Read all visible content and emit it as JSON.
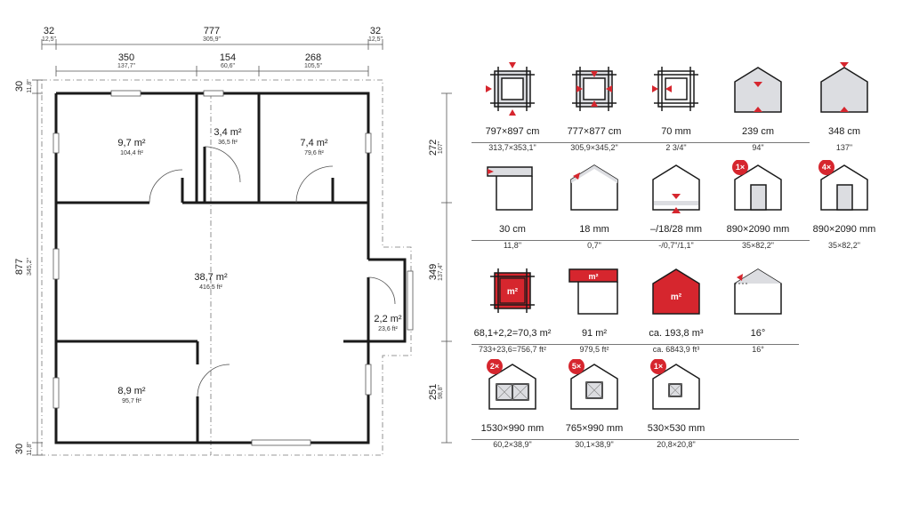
{
  "plan": {
    "top_dims": {
      "overall": {
        "main": "777",
        "sub": "305,9\""
      },
      "left_margin": {
        "main": "32",
        "sub": "12,5\""
      },
      "right_margin": {
        "main": "32",
        "sub": "12,5\""
      },
      "seg1": {
        "main": "350",
        "sub": "137,7\""
      },
      "seg2": {
        "main": "154",
        "sub": "60,6\""
      },
      "seg3": {
        "main": "268",
        "sub": "105,5\""
      }
    },
    "left_dims": {
      "overall": {
        "main": "877",
        "sub": "345,2\""
      },
      "top_margin": {
        "main": "30",
        "sub": "11,8\""
      },
      "bottom_margin": {
        "main": "30",
        "sub": "11,8\""
      }
    },
    "right_dims": {
      "seg1": {
        "main": "272",
        "sub": "107\""
      },
      "seg2": {
        "main": "349",
        "sub": "137,4\""
      },
      "seg3": {
        "main": "251",
        "sub": "98,8\""
      }
    },
    "rooms": [
      {
        "area": "9,7 m²",
        "sub": "104,4 ft²"
      },
      {
        "area": "3,4 m²",
        "sub": "36,5 ft²"
      },
      {
        "area": "7,4 m²",
        "sub": "79,6 ft²"
      },
      {
        "area": "38,7 m²",
        "sub": "416,5 ft²"
      },
      {
        "area": "2,2 m²",
        "sub": "23,6 ft²"
      },
      {
        "area": "8,9 m²",
        "sub": "95,7 ft²"
      }
    ]
  },
  "colors": {
    "accent": "#d6262e",
    "line": "#1a1a1a",
    "fill": "#dcdde1"
  },
  "specs": {
    "row1": [
      {
        "icon": "outer-dimensions-icon",
        "main": "797×897 cm",
        "sec": "313,7×353,1\""
      },
      {
        "icon": "wall-dimensions-icon",
        "main": "777×877 cm",
        "sec": "305,9×345,2\""
      },
      {
        "icon": "wall-thickness-icon",
        "main": "70 mm",
        "sec": "2  3/4\""
      },
      {
        "icon": "wall-height-icon",
        "main": "239 cm",
        "sec": "94\""
      },
      {
        "icon": "ridge-height-icon",
        "main": "348 cm",
        "sec": "137\""
      }
    ],
    "row2": [
      {
        "icon": "roof-overhang-icon",
        "main": "30 cm",
        "sec": "11,8\""
      },
      {
        "icon": "roof-board-icon",
        "main": "18 mm",
        "sec": "0,7\""
      },
      {
        "icon": "floor-board-icon",
        "main": "–/18/28 mm",
        "sec": "-/0,7\"/1,1\""
      },
      {
        "icon": "single-door-icon",
        "badge": "1×",
        "main": "890×2090 mm",
        "sec": "35×82,2\""
      },
      {
        "icon": "door-icon",
        "badge": "4×",
        "main": "890×2090 mm",
        "sec": "35×82,2\""
      }
    ],
    "row3": [
      {
        "icon": "floor-area-icon",
        "badge": "m²",
        "main": "68,1+2,2=70,3 m²",
        "sec": "733+23,6=756,7 ft²"
      },
      {
        "icon": "roof-area-icon",
        "badge": "m²",
        "main": "91 m²",
        "sec": "979,5 ft²"
      },
      {
        "icon": "volume-icon",
        "badge": "m²",
        "main": "ca. 193,8 m³",
        "sec": "ca. 6843,9 ft³"
      },
      {
        "icon": "roof-pitch-icon",
        "main": "16°",
        "sec": "16°"
      }
    ],
    "row4": [
      {
        "icon": "double-window-icon",
        "badge": "2×",
        "main": "1530×990 mm",
        "sec": "60,2×38,9\""
      },
      {
        "icon": "window-icon",
        "badge": "5×",
        "main": "765×990 mm",
        "sec": "30,1×38,9\""
      },
      {
        "icon": "small-window-icon",
        "badge": "1×",
        "main": "530×530 mm",
        "sec": "20,8×20,8\""
      }
    ]
  }
}
